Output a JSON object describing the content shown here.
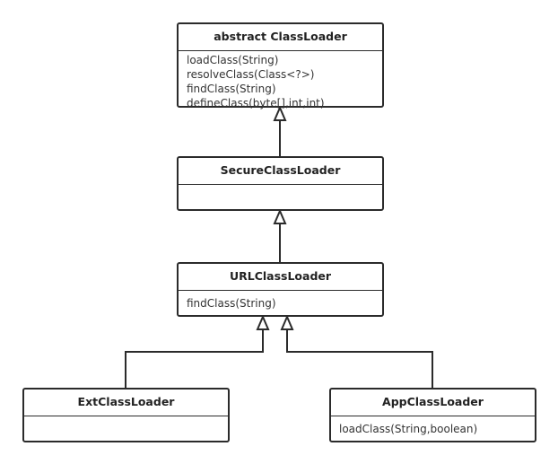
{
  "diagram": {
    "classes": {
      "classloader": {
        "name": "abstract ClassLoader",
        "methods": [
          "loadClass(String)",
          "resolveClass(Class<?>)",
          "findClass(String)",
          "defineClass(byte[],int,int)"
        ]
      },
      "secure": {
        "name": "SecureClassLoader",
        "methods": []
      },
      "url": {
        "name": "URLClassLoader",
        "methods": [
          "findClass(String)"
        ]
      },
      "ext": {
        "name": "ExtClassLoader",
        "methods": []
      },
      "app": {
        "name": "AppClassLoader",
        "methods": [
          "loadClass(String,boolean)"
        ]
      }
    },
    "inheritance": [
      {
        "child": "secure",
        "parent": "classloader"
      },
      {
        "child": "url",
        "parent": "secure"
      },
      {
        "child": "ext",
        "parent": "url"
      },
      {
        "child": "app",
        "parent": "url"
      }
    ],
    "line_color": "#2b2b2b"
  }
}
